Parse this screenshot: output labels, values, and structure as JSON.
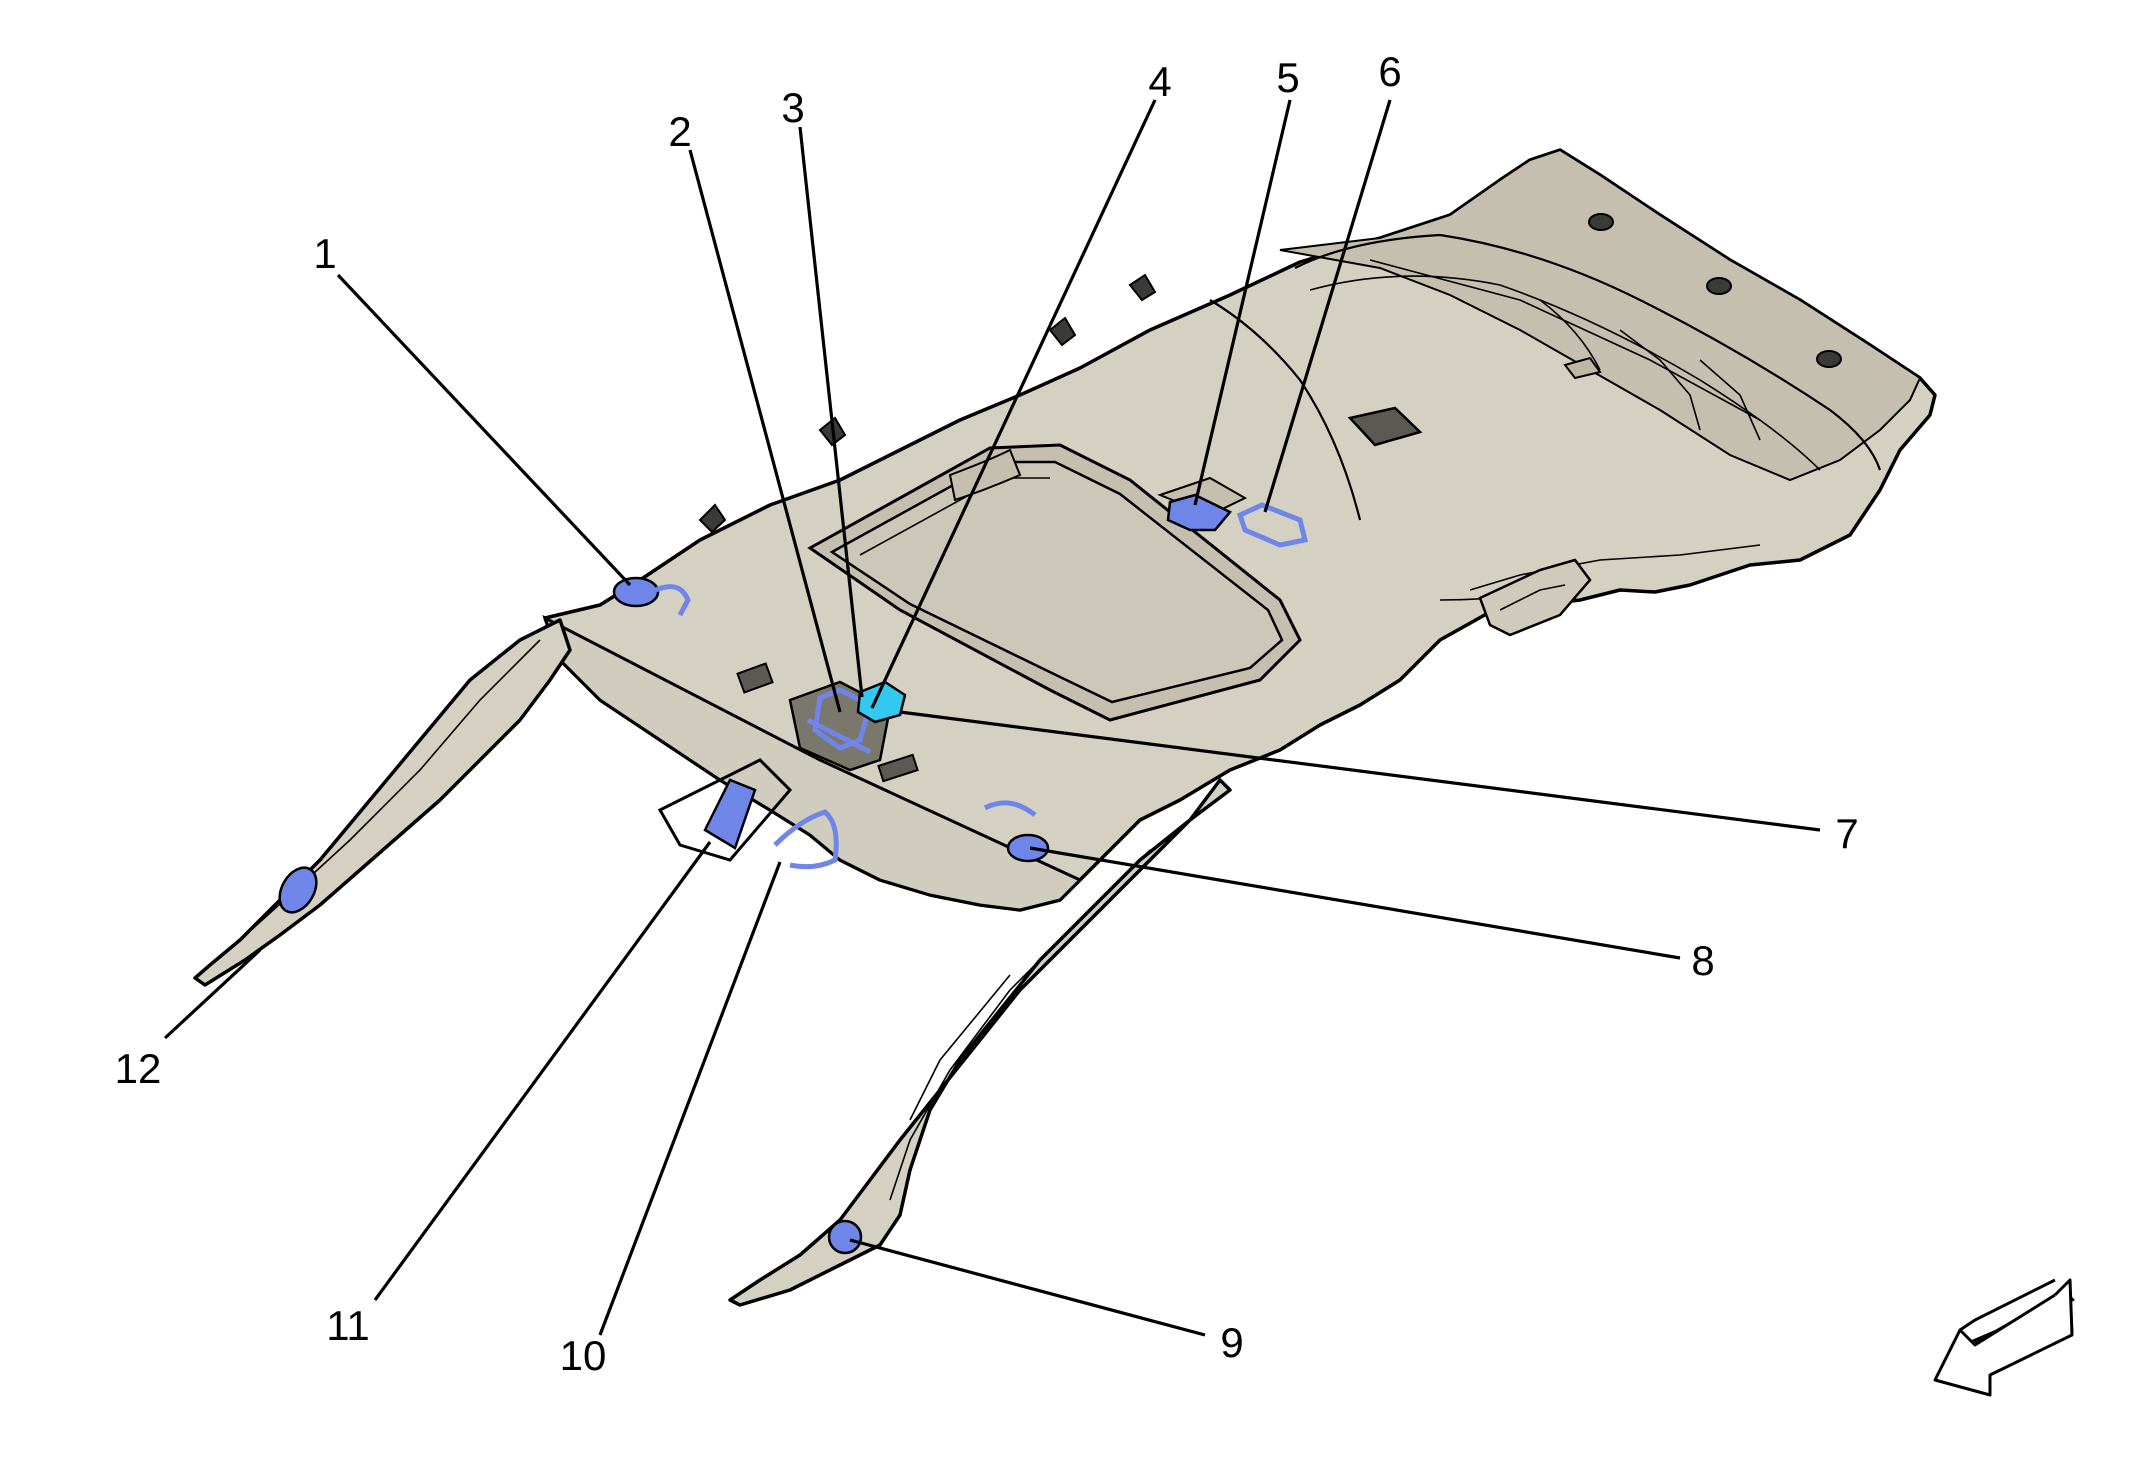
{
  "colors": {
    "background": "#ffffff",
    "panel_fill": "#d4d0c2",
    "panel_shade": "#c4bfae",
    "glass_fill": "#ccc8b9",
    "component_blue": "#6f86e8",
    "component_cyan": "#33c8ee",
    "line_color": "#000000"
  },
  "callouts": [
    {
      "label": "1"
    },
    {
      "label": "2"
    },
    {
      "label": "3"
    },
    {
      "label": "4"
    },
    {
      "label": "5"
    },
    {
      "label": "6"
    },
    {
      "label": "7"
    },
    {
      "label": "8"
    },
    {
      "label": "9"
    },
    {
      "label": "10"
    },
    {
      "label": "11"
    },
    {
      "label": "12"
    }
  ],
  "icons": {
    "orientation_arrow": "front-direction-arrow-icon"
  }
}
